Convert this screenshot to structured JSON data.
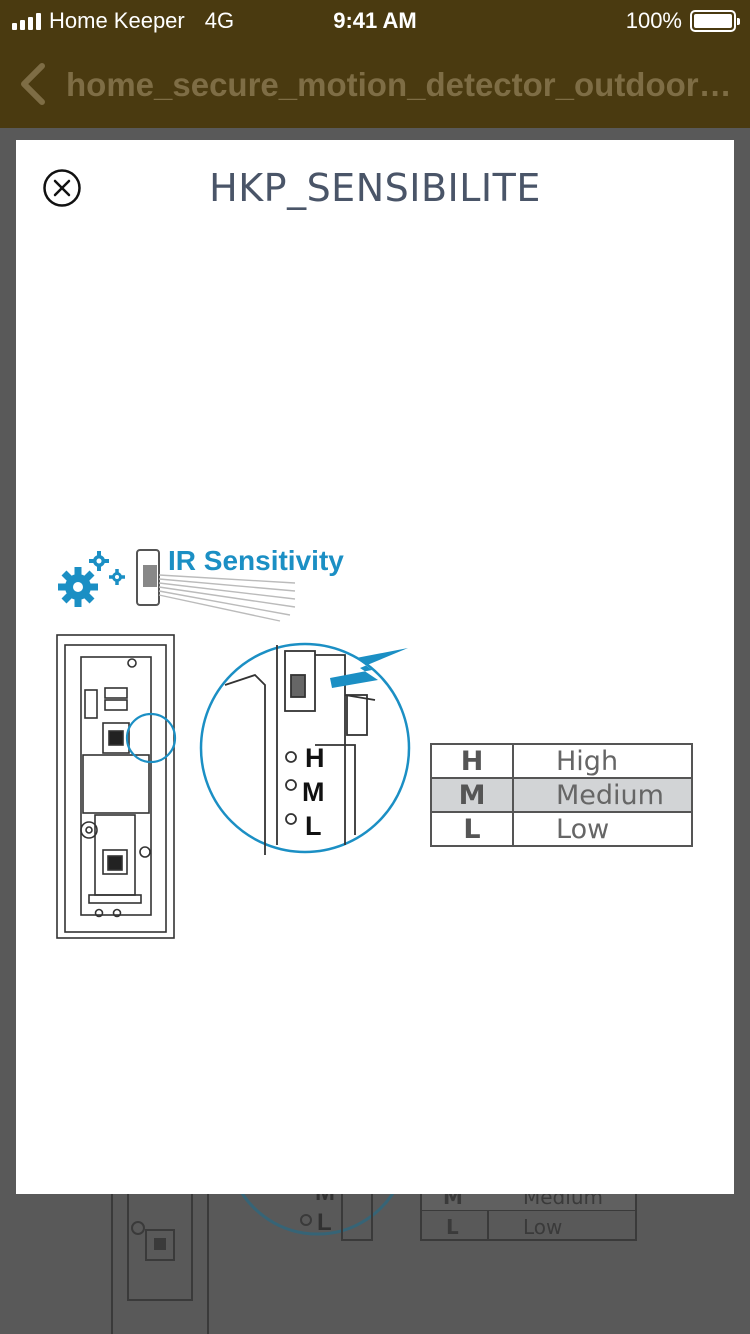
{
  "status_bar": {
    "carrier": "Home Keeper",
    "network": "4G",
    "time": "9:41 AM",
    "battery": "100%"
  },
  "nav": {
    "title": "home_secure_motion_detector_outdoor_..."
  },
  "modal": {
    "title": "HKP_SENSIBILITE",
    "figure_heading": "IR Sensitivity",
    "switch_letters": [
      "H",
      "M",
      "L"
    ],
    "table": [
      {
        "key": "H",
        "value": "High",
        "highlight": false
      },
      {
        "key": "M",
        "value": "Medium",
        "highlight": true
      },
      {
        "key": "L",
        "value": "Low",
        "highlight": false
      }
    ]
  },
  "background_table": [
    {
      "key": "M",
      "value": "Medium"
    },
    {
      "key": "L",
      "value": "Low"
    }
  ],
  "background_switch_letters": [
    "M",
    "L"
  ],
  "colors": {
    "header_bg": "#4a3a10",
    "accent_blue": "#1b8fc4",
    "overlay": "#595959"
  }
}
